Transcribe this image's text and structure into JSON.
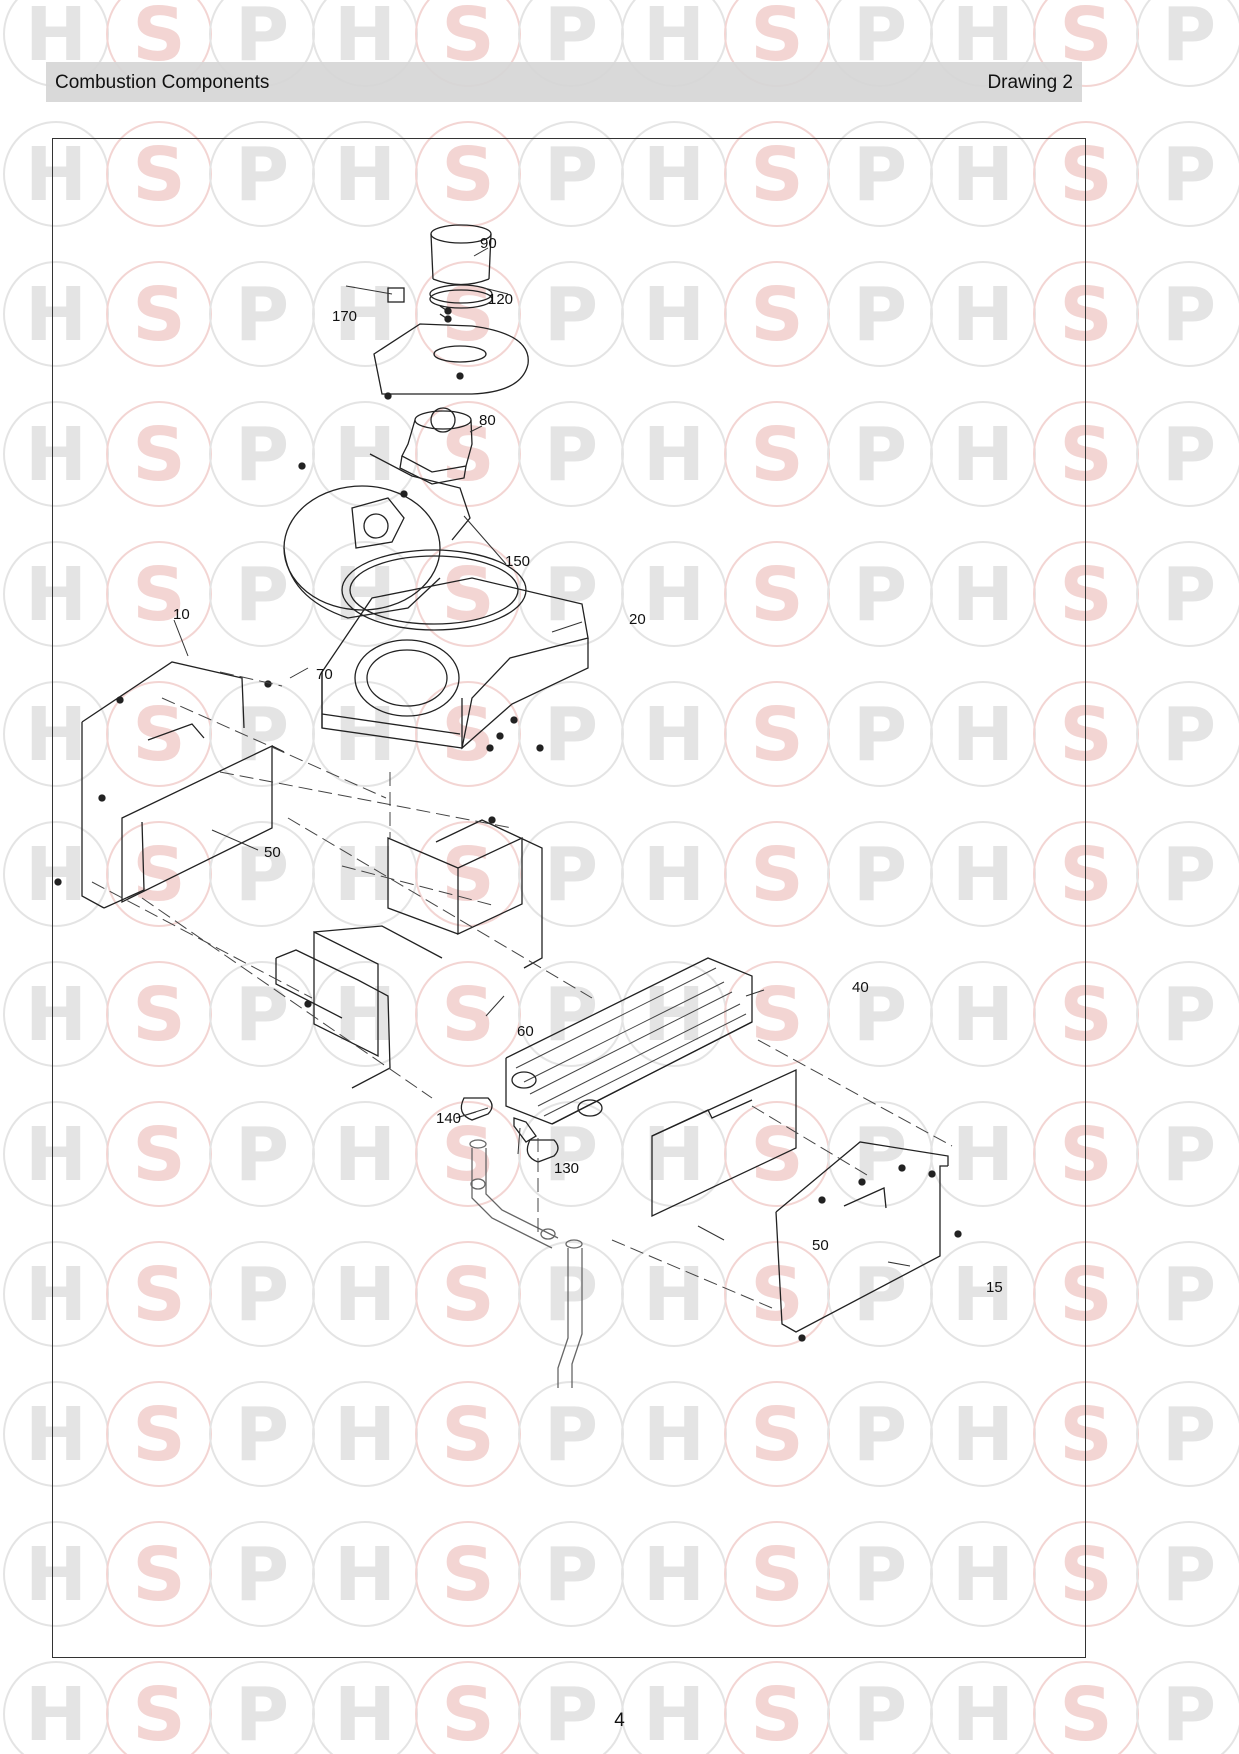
{
  "header": {
    "title": "Combustion Components",
    "drawing": "Drawing 2"
  },
  "watermark": {
    "letters": [
      "H",
      "S",
      "P"
    ],
    "colors": {
      "h": "#e4e4e4",
      "s": "#f3d5d3",
      "p": "#e4e4e4"
    }
  },
  "callouts": [
    "90",
    "120",
    "170",
    "80",
    "150",
    "20",
    "10",
    "70",
    "50",
    "40",
    "60",
    "140",
    "130",
    "50",
    "15"
  ],
  "footer": {
    "page_number": "4"
  }
}
